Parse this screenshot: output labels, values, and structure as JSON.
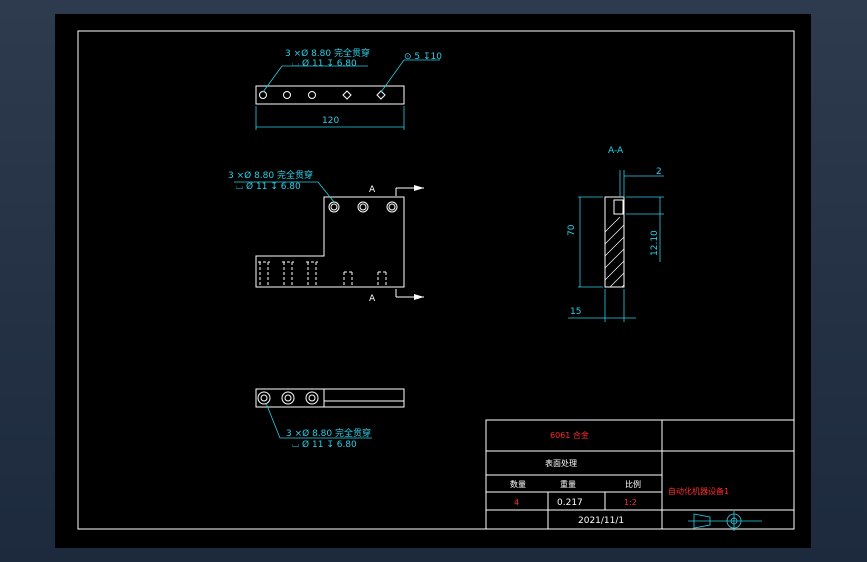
{
  "colors": {
    "sheet": "#000000",
    "geometry": "#ffffff",
    "dimension": "#2ad0e8",
    "title_text": "#ff2a2a"
  },
  "top_view": {
    "callout_hole": "3 ×Ø 8.80 完全贯穿",
    "callout_cbore": "⌴ Ø 11 ↧ 6.80",
    "callout_tap": "⊙ 5 ↧10",
    "dim_length": "120"
  },
  "front_view": {
    "callout_hole": "3 ×Ø 8.80 完全贯穿",
    "callout_cbore": "⌴ Ø 11 ↧ 6.80",
    "section_mark_top": "A",
    "section_mark_bottom": "A"
  },
  "section_view": {
    "title": "A-A",
    "dim_top": "2",
    "dim_height": "70",
    "dim_right": "12.10",
    "dim_width": "15"
  },
  "bottom_view": {
    "callout_hole": "3 ×Ø 8.80 完全贯穿",
    "callout_cbore": "⌴ Ø 11 ↧ 6.80"
  },
  "title_block": {
    "material": "6061 合金",
    "finish": "表面处理",
    "qty_label": "数量",
    "weight_label": "重量",
    "scale_label": "比例",
    "qty_value": "4",
    "weight_value": "0.217",
    "scale_value": "1:2",
    "part_name": "自动化机器设备1",
    "date": "2021/11/1",
    "projection_symbol": "projection-symbol-icon"
  }
}
